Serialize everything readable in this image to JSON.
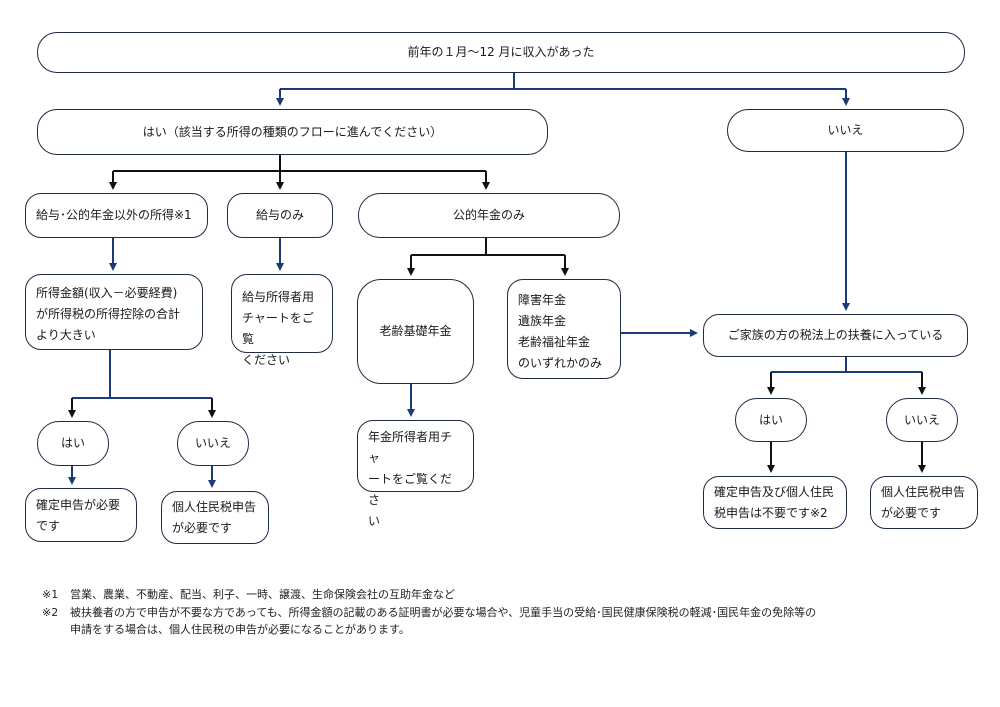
{
  "nodes": {
    "root": "前年の１月～12 月に収入があった",
    "yes_main": "はい（該当する所得の種類のフローに進んでください）",
    "no_main": "いいえ",
    "other_income": "給与･公的年金以外の所得※1",
    "salary_only": "給与のみ",
    "pension_only": "公的年金のみ",
    "income_compare": [
      "所得金額(収入－必要経費)",
      "が所得税の所得控除の合計",
      "より大きい"
    ],
    "salary_chart": [
      "給与所得者用",
      "チャートをご覧",
      "ください"
    ],
    "old_age_pension": "老齢基礎年金",
    "other_pensions": [
      "障害年金",
      "遺族年金",
      "老齢福祉年金",
      "のいずれかのみ"
    ],
    "pension_chart": [
      "年金所得者用チャ",
      "ートをご覧くださ",
      "い"
    ],
    "dependent": "ご家族の方の税法上の扶養に入っている",
    "yes_left": "はい",
    "no_left": "いいえ",
    "tax_return_needed": [
      "確定申告が必要",
      "です"
    ],
    "resident_tax_needed_left": [
      "個人住民税申告",
      "が必要です"
    ],
    "yes_right": "はい",
    "no_right": "いいえ",
    "not_needed": [
      "確定申告及び個人住民",
      "税申告は不要です※2"
    ],
    "resident_tax_needed_right": [
      "個人住民税申告",
      "が必要です"
    ]
  },
  "footnotes": [
    {
      "mark": "※1",
      "lines": [
        "営業、農業、不動産、配当、利子、一時、譲渡、生命保険会社の互助年金など"
      ]
    },
    {
      "mark": "※2",
      "lines": [
        "被扶養者の方で申告が不要な方であっても、所得金額の記載のある証明書が必要な場合や、児童手当の受給･国民健康保険税の軽減･国民年金の免除等の",
        "申請をする場合は、個人住民税の申告が必要になることがあります。"
      ]
    }
  ],
  "colors": {
    "arrow_black": "#111111",
    "arrow_blue": "#1b3a78",
    "border": "#1f2a44"
  }
}
